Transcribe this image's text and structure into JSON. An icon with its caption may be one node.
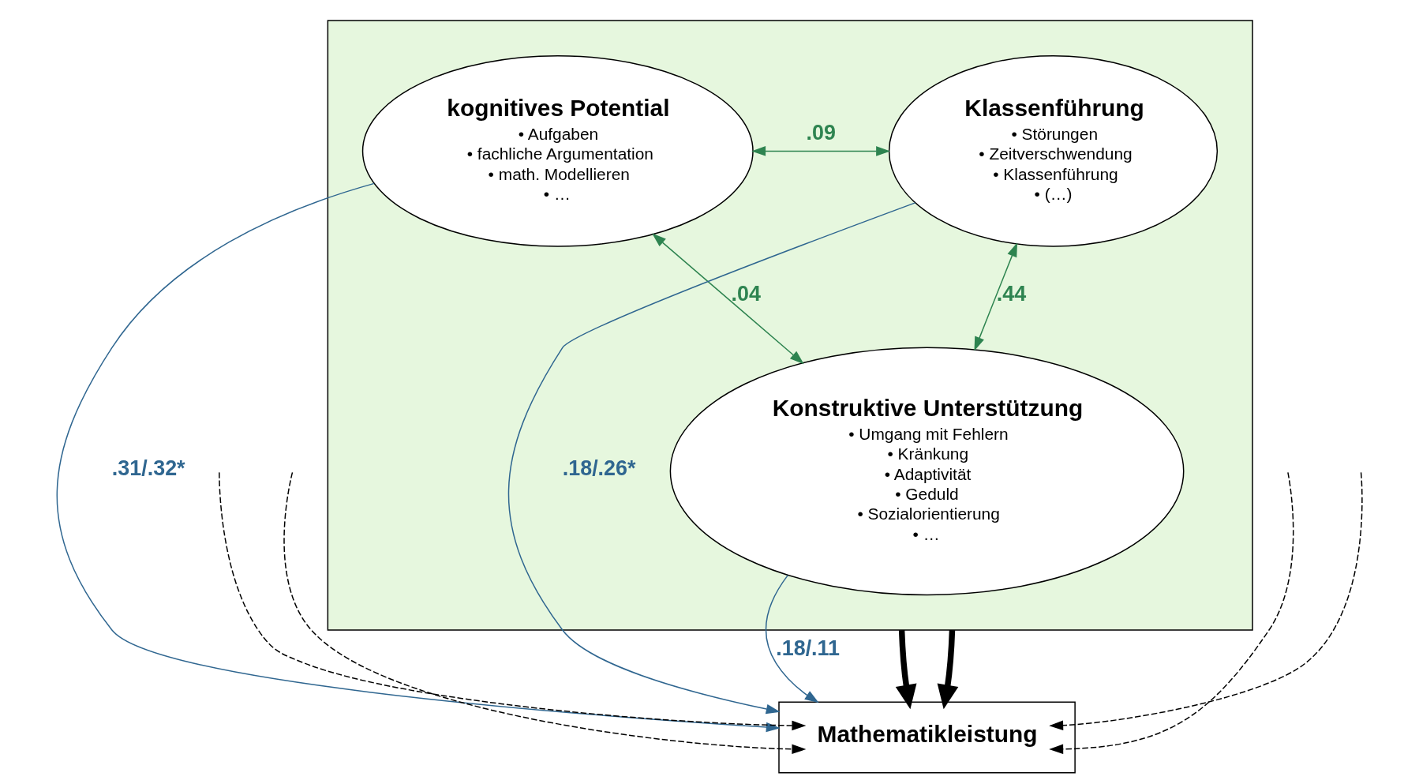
{
  "diagram": {
    "nodes": [
      {
        "text": [],
        "shape": "box"
      },
      {
        "text": [
          "kognitives Potential",
          "• Aufgaben",
          "• fachliche Argumentation",
          "• math. Modellieren",
          "• …"
        ],
        "in": 0
      },
      {
        "text": [
          "Klassenführung",
          "• Störungen",
          "• Zeitverschwendung",
          "• Klassenführung",
          "• (…)"
        ],
        "in": 0
      },
      {
        "text": [
          "Konstruktive Unterstützung",
          "• Umgang mit Fehlern",
          "• Kränkung",
          "• Adaptivität",
          "• Geduld",
          "• Sozialorientierung",
          "• …"
        ],
        "in": 0
      },
      {
        "text": [
          "Mathematikleistung"
        ]
      }
    ],
    "edges": [
      {
        "from": 1,
        "to": 2,
        "arrow": "both",
        "label": ".09",
        "color": "#2e8450"
      },
      {
        "from": 1,
        "to": 3,
        "arrow": "both",
        "label": ".04",
        "color": "#2e8450"
      },
      {
        "from": 2,
        "to": 3,
        "arrow": "both",
        "label": ".44",
        "color": "#2e8450"
      },
      {
        "from": 1,
        "to": 4,
        "arrow": "to",
        "label": ".31/.32*",
        "color": "#2f6690"
      },
      {
        "from": 3,
        "to": 4,
        "arrow": "to",
        "label": ".18/.11",
        "color": "#2f6690"
      },
      {
        "from": 2,
        "to": 4,
        "arrow": "to",
        "label": ".18/.26*",
        "color": "#2f6690"
      },
      {
        "from": 0,
        "to": 4,
        "arrow": "to",
        "style": "thick",
        "color": "#000000"
      },
      {
        "from": 0,
        "to": 4,
        "arrow": "to",
        "style": "thick",
        "color": "#000000"
      },
      {
        "from": null,
        "to": 4,
        "arrow": "to",
        "style": "dashed",
        "color": "#000000"
      },
      {
        "from": null,
        "to": 4,
        "arrow": "to",
        "style": "dashed",
        "color": "#000000"
      },
      {
        "from": null,
        "to": 4,
        "arrow": "to",
        "style": "dashed",
        "color": "#000000"
      },
      {
        "from": null,
        "to": 4,
        "arrow": "to",
        "style": "dashed",
        "color": "#000000"
      }
    ]
  }
}
